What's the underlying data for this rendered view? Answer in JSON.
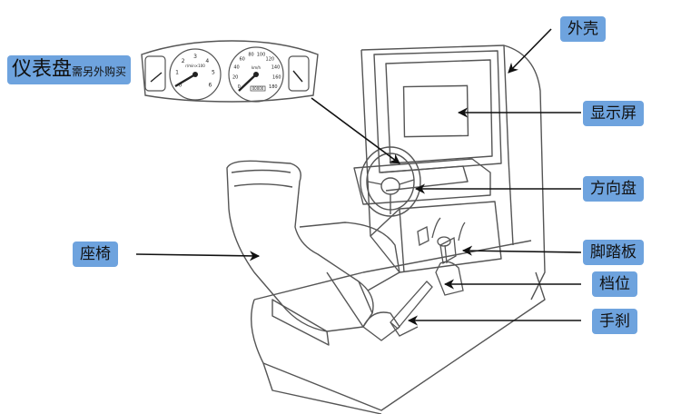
{
  "callouts": {
    "shell": "外壳",
    "dashboard": "仪表盘",
    "dashboard_note": "需另外购买",
    "screen": "显示屏",
    "steering_wheel": "方向盘",
    "seat": "座椅",
    "pedals": "脚踏板",
    "gear_shift": "档位",
    "handbrake": "手刹"
  },
  "gauge_text": {
    "tach_unit": "r/min×100",
    "speed_unit": "km/h",
    "odometer": "00000",
    "tach_ticks": [
      "0",
      "1",
      "2",
      "3",
      "4",
      "5",
      "6"
    ],
    "speed_ticks": [
      "0",
      "20",
      "40",
      "60",
      "80",
      "100",
      "120",
      "140",
      "160",
      "180"
    ]
  },
  "colors": {
    "label_bg": "#6ea3de",
    "line": "#555555",
    "arrow": "#111111"
  }
}
